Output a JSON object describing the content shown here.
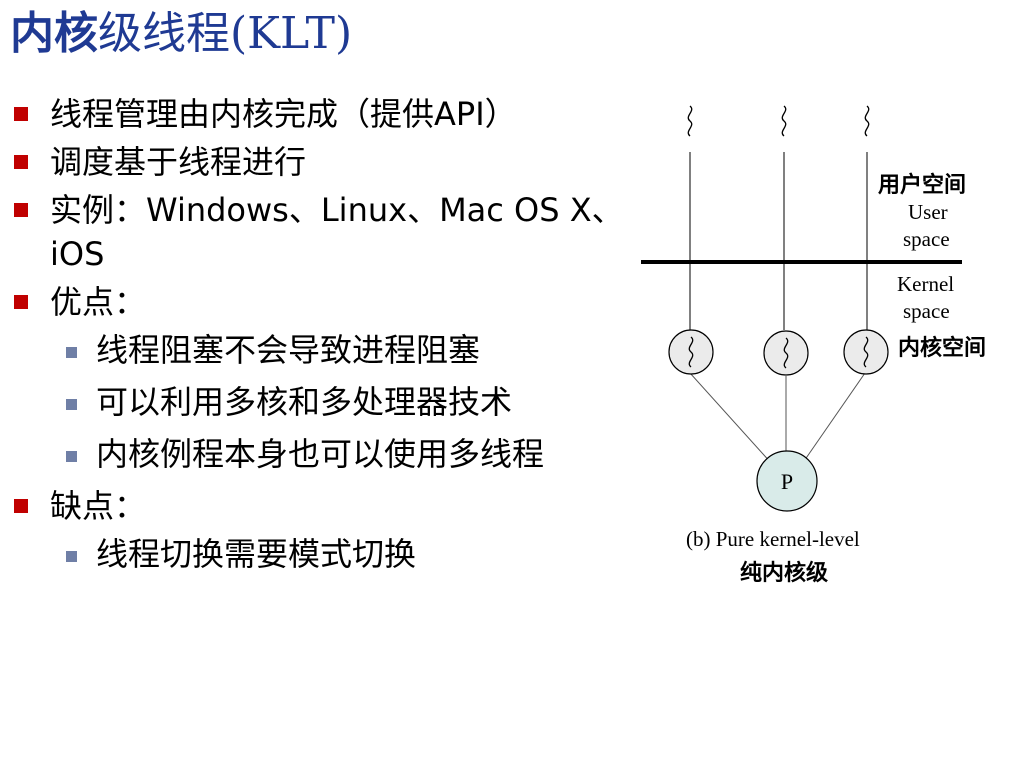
{
  "title": {
    "strong": "内核",
    "rest": "级线程(KLT)"
  },
  "bullets": [
    {
      "level": 1,
      "text": "线程管理由内核完成（提供API）"
    },
    {
      "level": 1,
      "text": "调度基于线程进行"
    },
    {
      "level": 1,
      "text": "实例：Windows、Linux、Mac OS X、iOS"
    },
    {
      "level": 1,
      "text": "优点："
    },
    {
      "level": 2,
      "text": "线程阻塞不会导致进程阻塞"
    },
    {
      "level": 2,
      "text": "可以利用多核和多处理器技术"
    },
    {
      "level": 2,
      "text": "内核例程本身也可以使用多线程"
    },
    {
      "level": 1,
      "text": "缺点："
    },
    {
      "level": 2,
      "text": "线程切换需要模式切换"
    }
  ],
  "diagram": {
    "user_space_cn": "用户空间",
    "user_space_en_1": "User",
    "user_space_en_2": "space",
    "kernel_space_en_1": "Kernel",
    "kernel_space_en_2": "space",
    "kernel_space_cn": "内核空间",
    "process_label": "P",
    "caption_en": "(b) Pure kernel-level",
    "caption_cn": "纯内核级"
  },
  "colors": {
    "title": "#1f3a93",
    "bullet_l1": "#c00000",
    "bullet_l2": "#6f7fa6",
    "process_fill": "#d9ebe9",
    "thread_circle_fill": "#ebebeb"
  }
}
